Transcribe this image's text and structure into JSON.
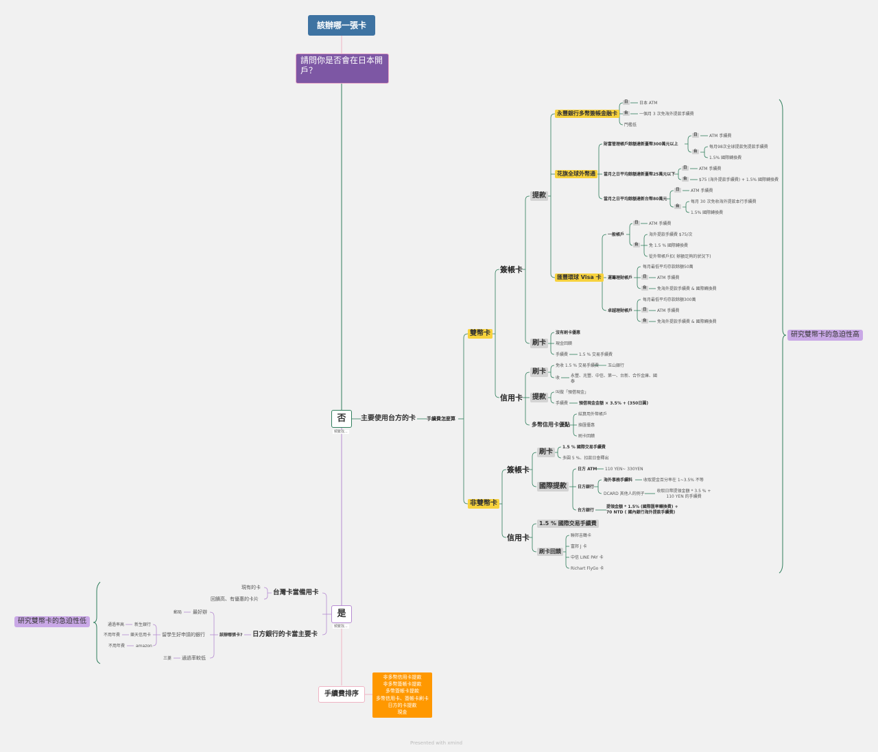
{
  "colors": {
    "root": "#3e73a2",
    "question": "#7d57a4",
    "orange": "#ff9800",
    "yellow": "#f7d23d",
    "gray": "#d3d3d3",
    "green": "#2e7d5b",
    "purple": "#b58ad1",
    "pink": "#efb3c3",
    "lavender": "#c9a8e6"
  },
  "root": "該辦哪一張卡",
  "question": "請問你是否會在日本開戶？",
  "no": {
    "label": "否",
    "note": "頻繁找...",
    "main": "主要使用台方的卡",
    "fee": "手續費怎麼算"
  },
  "dual": {
    "label": "雙幣卡",
    "debit": {
      "label": "簽帳卡",
      "withdraw": "提款",
      "yongfeng": {
        "label": "永豐銀行多幣簽帳金融卡",
        "jp": "日",
        "tw": "台",
        "jp_val": "日本 ATM",
        "tw_val": "一個月 3 次免海外提款手續費",
        "threshold": "門檻低"
      },
      "citi": {
        "label": "花旗全球外幣通",
        "a": "財富管理帳戶餘額達新臺幣300萬元以上",
        "b": "當月之日平均餘額達新臺幣25萬元以下",
        "c": "當月之日平均餘額達新台幣80萬元",
        "jp": "日",
        "tw": "台",
        "a1": "ATM 手續費",
        "a2": "每月98次全球提款免提款手續費",
        "a3": "1.5% 國際轉換費",
        "b1": "ATM 手續費",
        "b2": "$75 (海外提款手續費) + 1.5% 國際轉換費",
        "c1": "ATM 手續費",
        "c2": "每月 30 次免收海外提款本行手續費",
        "c3": "1.5% 國際轉換費"
      },
      "huifeng": {
        "label": "匯豐環球 Visa 卡",
        "g": "一般帳戶",
        "g1": "ATM 手續費",
        "g2": "海外提款手續費 $75/次",
        "g3": "免 1.5 % 國際轉換費",
        "g4": "從外幣帳戶扣( 辦額足夠的狀況下)",
        "p": "運籌理財帳戶",
        "p0": "每月最低平均存款餘額50萬",
        "p1": "ATM 手續費",
        "p2": "免海外提款手續費 & 國際轉換費",
        "q": "卓越理財帳戶",
        "q0": "每月最低平均存款餘額300萬",
        "q1": "ATM 手續費",
        "q2": "免海外提款手續費 & 國際轉換費",
        "jp": "日",
        "tw": "台"
      },
      "swipe": {
        "label": "刷卡",
        "s1": "沒有刷卡優惠",
        "s2": "現金回饋",
        "s3": "手續費",
        "s3v": "1.5 % 交易手續費"
      }
    },
    "credit": {
      "label": "信用卡",
      "swipe": "刷卡",
      "sw1": "免收 1.5 % 交易手續費",
      "sw1v": "玉山銀行",
      "sw2": "收",
      "sw2v": "永豐、兆豐、中信、第一、台新、合作金庫、國泰",
      "withdraw": "提款",
      "w1": "叫做「預借現金」",
      "w2": "手續費",
      "w2v": "預借現金金額 × 3.5% + (350日圓)",
      "multi": "多幣信用卡優點",
      "m1": "結算用外幣帳戶",
      "m2": "換匯優惠",
      "m3": "刷卡回饋"
    }
  },
  "nondual": {
    "label": "非雙幣卡",
    "debit": {
      "label": "簽帳卡",
      "swipe": "刷卡",
      "s1": "1.5 % 國際交易手續費",
      "s2": "多圓 5 %、扣款日會釋出",
      "intl": "國際提款",
      "i1": "日方 ATM",
      "i1v": "110 YEN~ 330YEN",
      "i2": "日方銀行",
      "i2a": "海外事務手續料",
      "i2av": "收取提金百分率在 1~3.5% 不等",
      "i2b": "DCARD 其他人的例子",
      "i2bv": "收取日幣提領金額 * 3.5 % + 110 YEN 的手續費",
      "i3": "台方銀行",
      "i3v": "提領金額 * 1.5% (國際匯率轉換費) + 70 NTD ( 國內銀行海外提款手續費)"
    },
    "credit": {
      "label": "信用卡",
      "fee": "1.5 % 國際交易手續費",
      "reward": "刷卡回饋",
      "r1": "聯邦吉鶴卡",
      "r2": "富邦 J 卡",
      "r3": "中信 LINE PAY 卡",
      "r4": "Richart FlyGo 卡"
    }
  },
  "right_summary": "研究雙幣卡的急迫性高",
  "yes": {
    "label": "是",
    "note": "頻繁找...",
    "tw": "台灣卡當備用卡",
    "tw1": "現有的卡",
    "tw2": "回饋高、有優惠的卡片",
    "jp": "日方銀行的卡當主要卡",
    "jp_q": "該辦哪張卡?",
    "good": "最好辦",
    "good_n": "郵局",
    "student": "留學生好申請的銀行",
    "st1": "新生銀行",
    "st1n": "通過率高",
    "st2": "樂天信用卡",
    "st2n": "不用年費",
    "st3": "amazon",
    "st3n": "不用年費",
    "low": "通過率較低",
    "low_n": "三菱"
  },
  "left_summary": "研究雙幣卡的急迫性低",
  "ranking": {
    "label": "手續費排序",
    "items": [
      "非多幣信用卡提款",
      "非多幣簽帳卡提款",
      "多幣簽帳卡提款",
      "多幣信用卡、簽帳卡刷卡",
      "日方的卡提款",
      "現金"
    ]
  },
  "footer": "Presented with xmind"
}
